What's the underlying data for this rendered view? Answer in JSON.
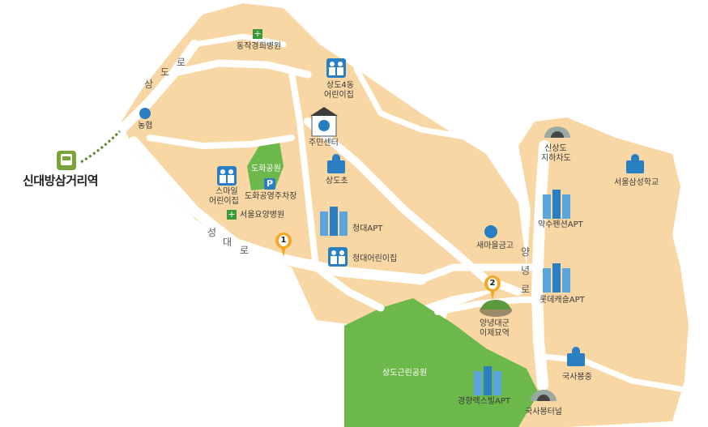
{
  "station": {
    "name": "신대방삼거리역",
    "icon": "subway-icon"
  },
  "roads": {
    "sangdo": [
      "상",
      "도",
      "로"
    ],
    "seongdae": [
      "성",
      "대",
      "로"
    ],
    "yangnyeong": [
      "양",
      "녕",
      "로"
    ]
  },
  "places": {
    "hospital1": "동작경희병원",
    "daycare_sangdo4": [
      "상도4동",
      "어린이집"
    ],
    "nonghyup": "농협",
    "community_center": "주민센터",
    "dohwa_park": "도화공원",
    "dohwa_parking": "도화공영주차장",
    "smile_daycare": [
      "스마일",
      "어린이집"
    ],
    "seoul_nursing": "서울요양병원",
    "sangdo_elem": "상도초",
    "cheongdae_apt": "청대APT",
    "cheongdae_daycare": "청대어린이집",
    "sindo_tunnel": [
      "신상도",
      "지하차도"
    ],
    "seoul_school": "서울삼성학교",
    "yaksu_apt": "약수펜션APT",
    "saemaeul": "새마을금고",
    "lotte_apt": "롯데캐슬APT",
    "yangnyeong_tomb": [
      "양녕대군",
      "이제묘역"
    ],
    "sangdo_park": "상도근린공원",
    "gyeongnam_apt": "경향렉스빌APT",
    "guksabong_middle": "국사봉중",
    "guksabong_tunnel": "국사봉터널"
  },
  "markers": {
    "m1": "1",
    "m2": "2"
  },
  "colors": {
    "land": "#f9d7a4",
    "road": "#ffffff",
    "park": "#6cb84a",
    "marker": "#f5a623",
    "icon_blue": "#2a7fc2",
    "hospital_green": "#3a9a3a",
    "dotted": "#5a8a2e"
  }
}
